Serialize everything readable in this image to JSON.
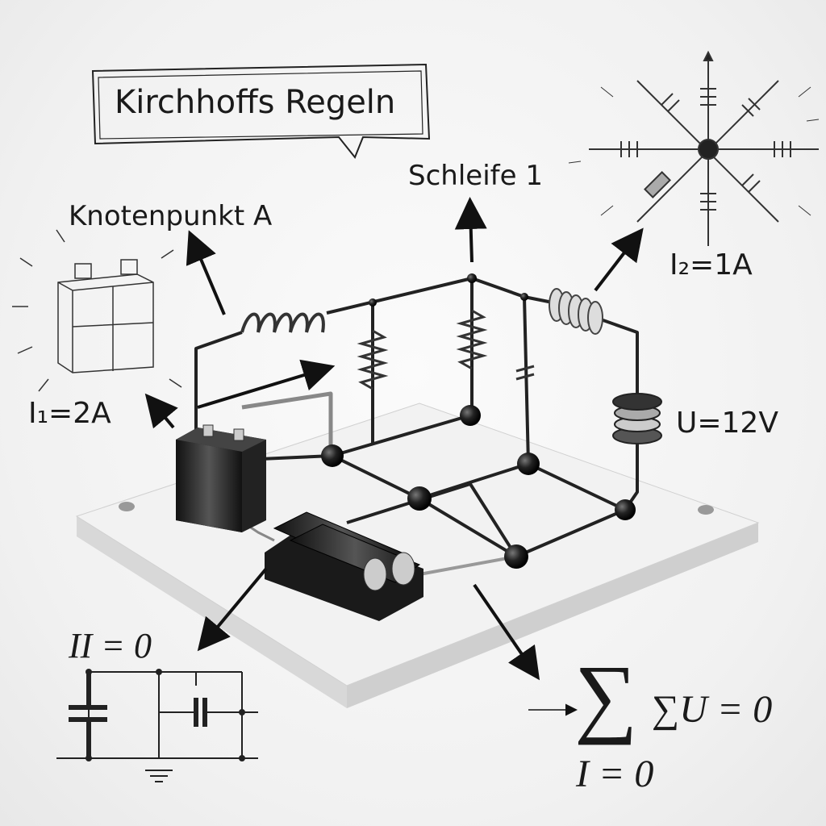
{
  "title": "Kirchhoffs Regeln",
  "labels": {
    "loop": "Schleife 1",
    "node": "Knotenpunkt A",
    "current2": "I₂=1A",
    "current1": "I₁=2A",
    "voltage": "U=12V",
    "left_equation": "II = 0",
    "sum_symbol": "∑",
    "voltage_rule": "∑U = 0",
    "current_rule": "I = 0"
  },
  "colors": {
    "ink": "#1a1a1a",
    "platform": "#e9e9e9",
    "component": "#2a2a2a"
  }
}
